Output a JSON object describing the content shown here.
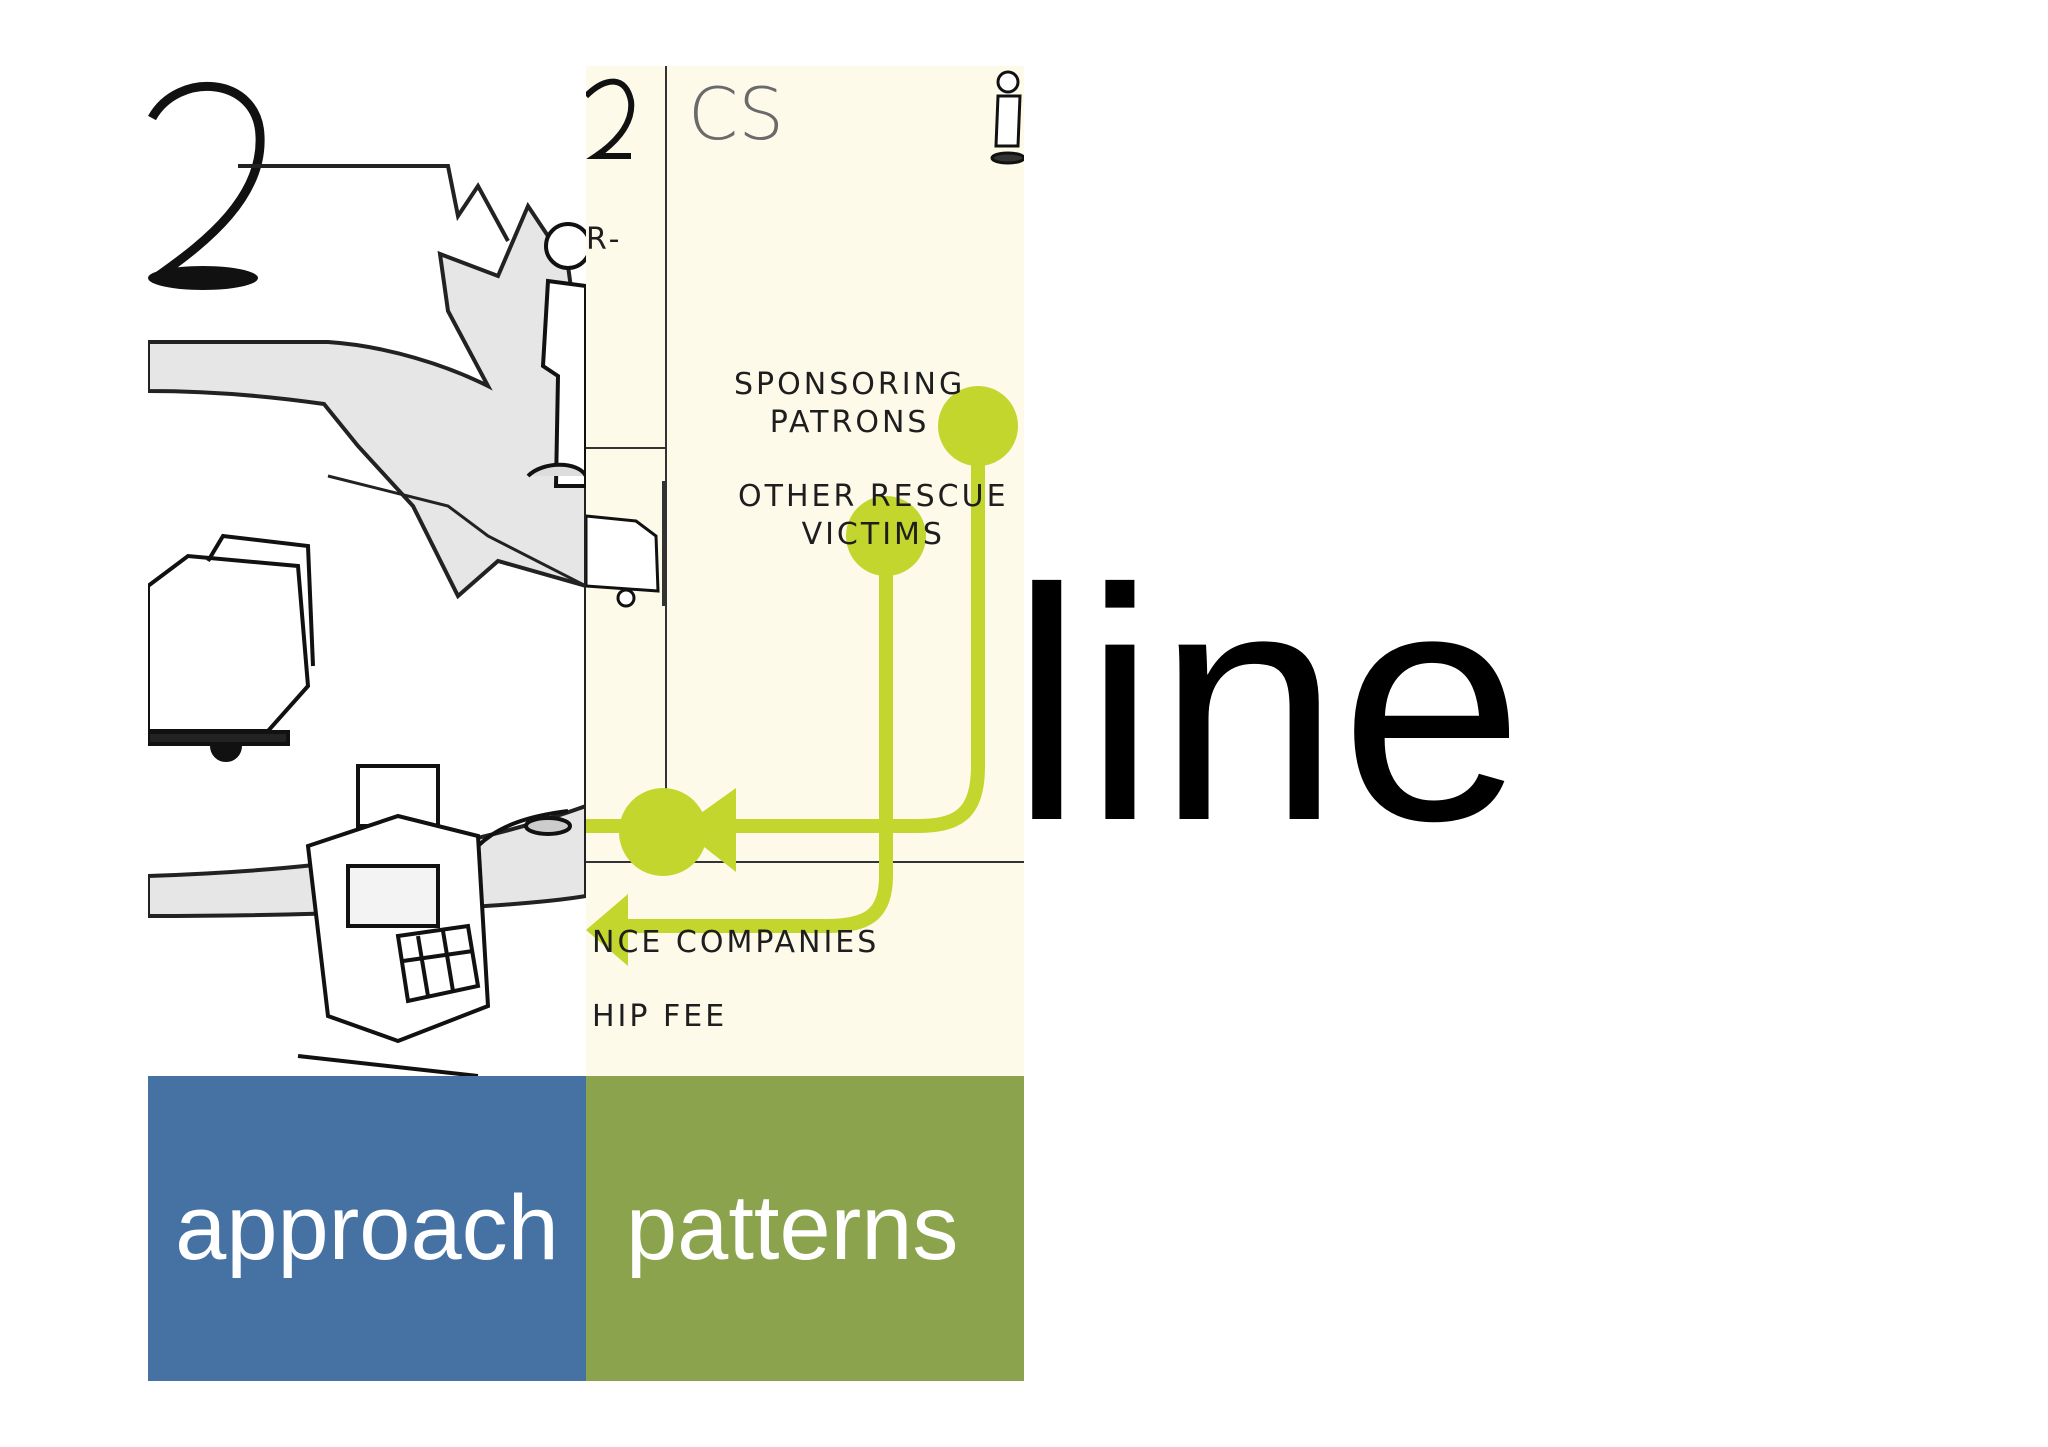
{
  "slide": {
    "big_word": "line"
  },
  "tiles": {
    "approach": "approach",
    "patterns": "patterns"
  },
  "canvas_panel": {
    "header_letters": "CS",
    "fragment_top": "R-",
    "label_sponsoring": "SPONSORING\nPATRONS",
    "label_other": "OTHER RESCUE\nVICTIMS",
    "label_insurance": "NCE COMPANIES",
    "label_fee": "HIP FEE",
    "accent_color": "#c2d62e"
  },
  "colors": {
    "approach_tile": "#4572a3",
    "patterns_tile": "#8ba34d",
    "canvas_bg": "#fdfaea"
  }
}
